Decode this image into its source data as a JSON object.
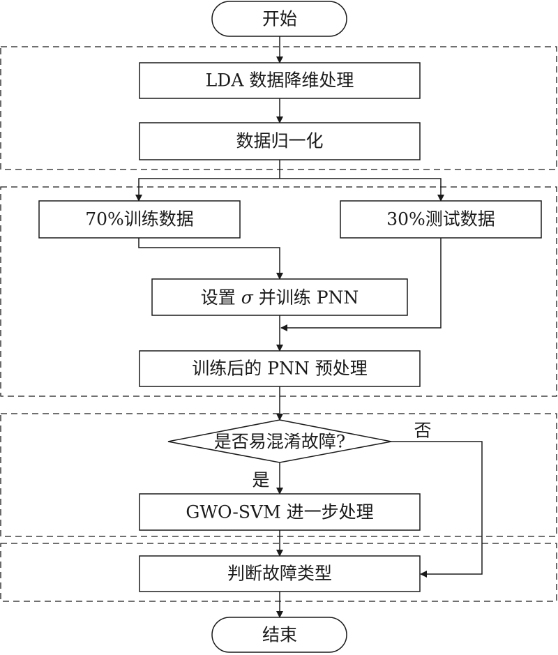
{
  "start": "开始",
  "end": "结束",
  "steps": {
    "lda": "LDA 数据降维处理",
    "normalize": "数据归一化",
    "train_data": "70%训练数据",
    "test_data": "30%测试数据",
    "train_pnn_prefix": "设置",
    "train_pnn_symbol": "σ",
    "train_pnn_suffix": "并训练 PNN",
    "pnn_pre": "训练后的 PNN 预处理",
    "decision": "是否易混淆故障?",
    "gwo_svm": "GWO-SVM 进一步处理",
    "judge": "判断故障类型"
  },
  "branches": {
    "yes": "是",
    "no": "否"
  }
}
